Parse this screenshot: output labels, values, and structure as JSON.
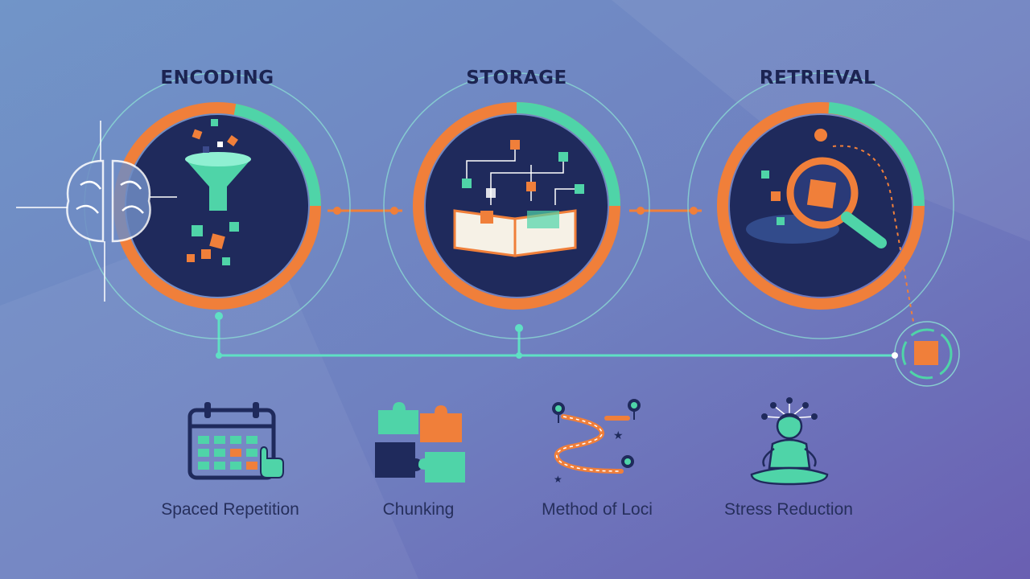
{
  "colors": {
    "background_top": "#6f93c6",
    "background_bottom": "#6d62b3",
    "title_text": "#1c2452",
    "label_text": "#262f5c",
    "orange": "#f07f3a",
    "teal": "#4fd4a8",
    "navy": "#1f2a5c",
    "line": "#5fe0c4"
  },
  "stages": [
    {
      "title": "ENCODING",
      "icon": "funnel-icon"
    },
    {
      "title": "STORAGE",
      "icon": "open-book-icon"
    },
    {
      "title": "RETRIEVAL",
      "icon": "magnifier-icon"
    }
  ],
  "techniques": [
    {
      "label": "Spaced Repetition",
      "icon": "calendar-icon"
    },
    {
      "label": "Chunking",
      "icon": "puzzle-icon"
    },
    {
      "label": "Method of Loci",
      "icon": "path-map-icon"
    },
    {
      "label": "Stress Reduction",
      "icon": "meditation-icon"
    }
  ]
}
